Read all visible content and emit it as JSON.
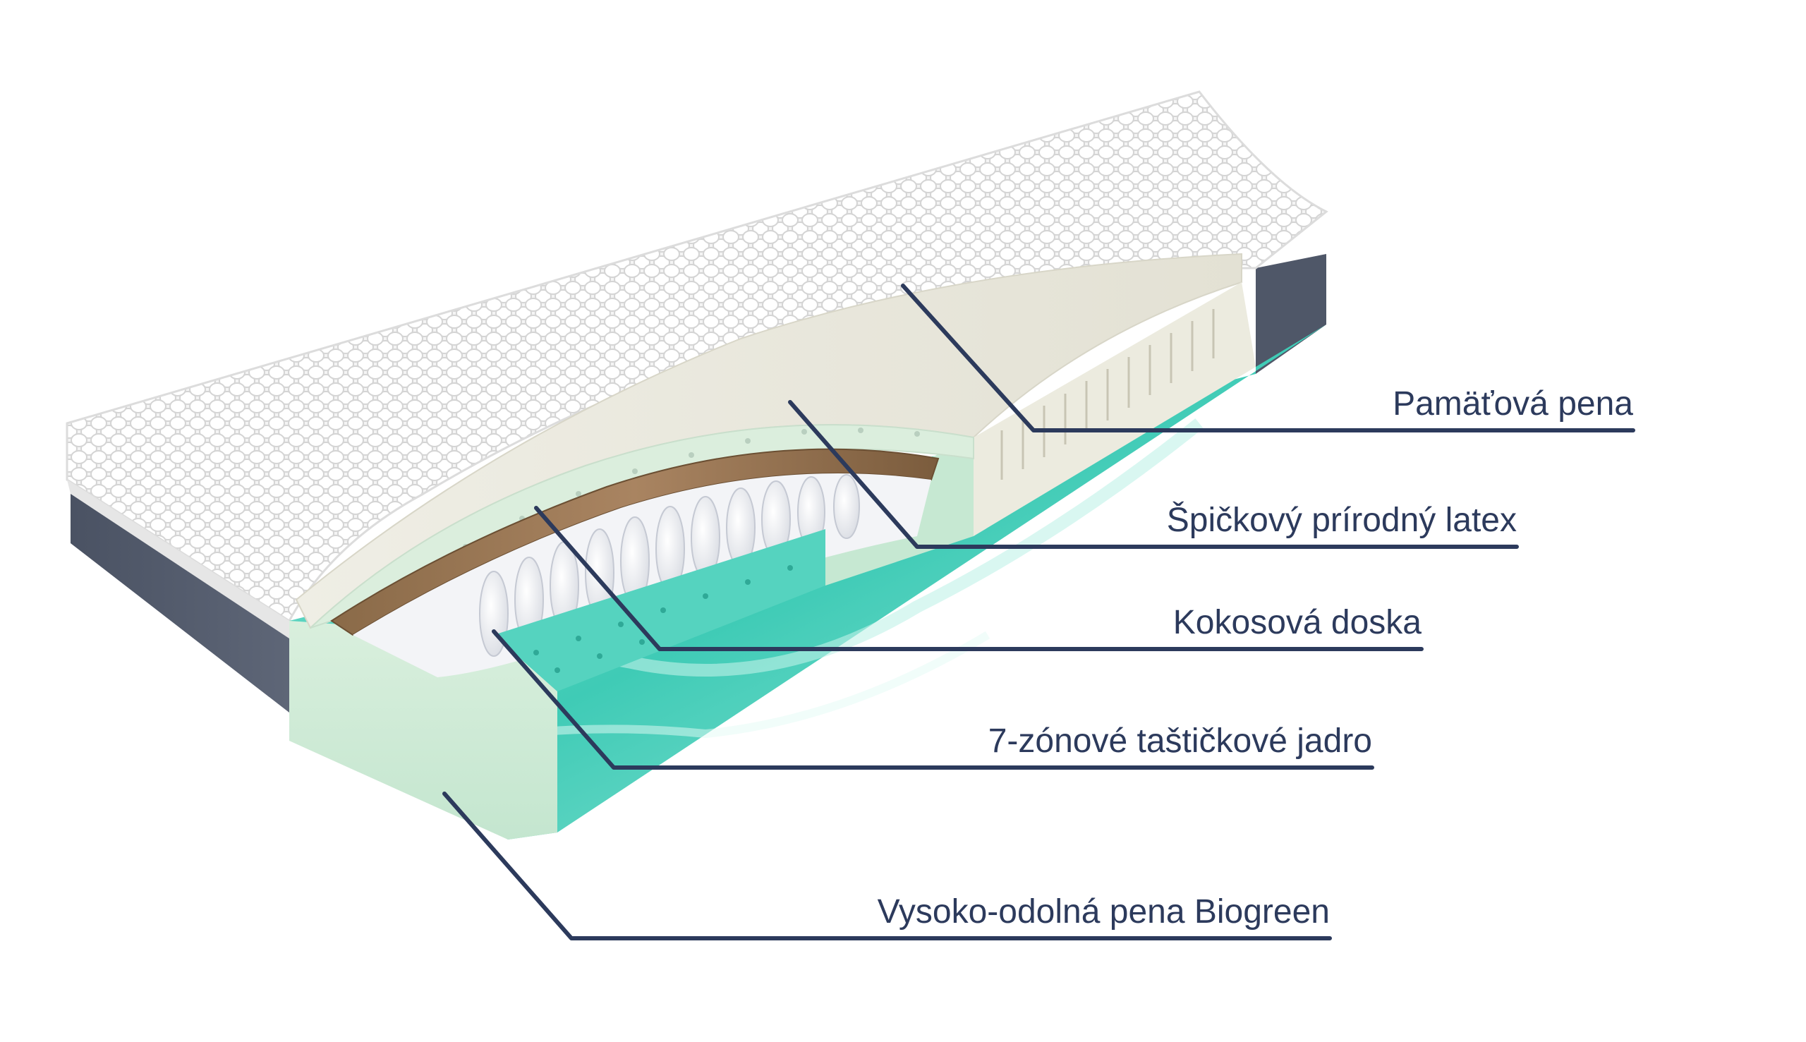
{
  "diagram": {
    "line_color": "#2c3a5c",
    "labels": [
      {
        "id": "memory-foam",
        "text": "Pamäťová pena"
      },
      {
        "id": "latex",
        "text": "Špičkový prírodný latex"
      },
      {
        "id": "coconut",
        "text": "Kokosová doska"
      },
      {
        "id": "pocket-core",
        "text": "7-zónové taštičkové jadro"
      },
      {
        "id": "biogreen-foam",
        "text": "Vysoko-odolná pena Biogreen"
      }
    ]
  }
}
